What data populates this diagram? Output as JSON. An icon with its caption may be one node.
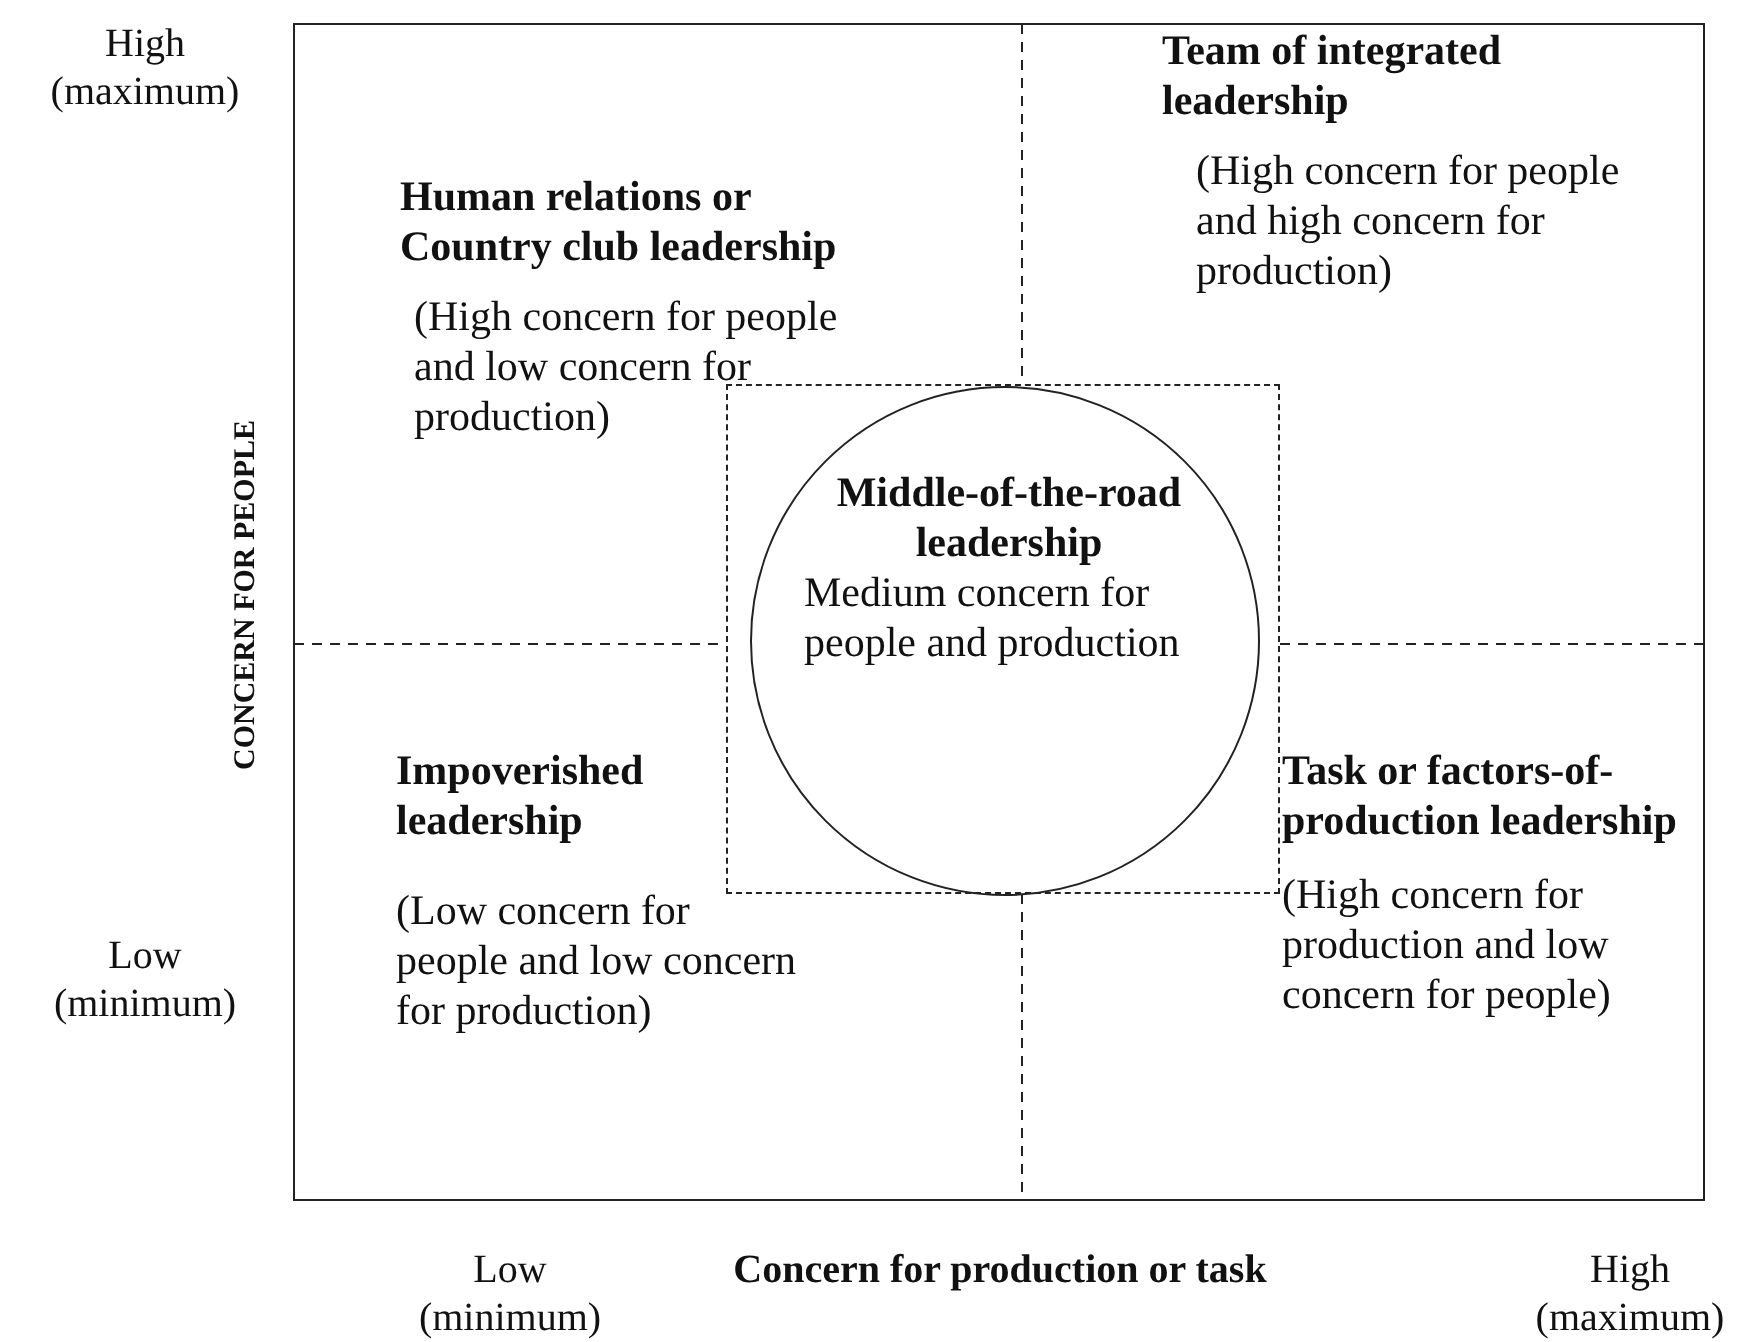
{
  "diagram": {
    "nodes": [
      {
        "text": [
          "Human relations or Country club leadership",
          "(High concern for people and low concern for production)"
        ]
      },
      {
        "text": [
          "Team of integrated leadership",
          "(High concern for people and high concern for production)"
        ]
      },
      {
        "text": [
          "Impoverished leadership",
          "(Low concern for people and low concern for production)"
        ]
      },
      {
        "text": [
          "Task or factors-of-production leadership",
          "(High concern for production and low concern for people)"
        ]
      },
      {
        "text": [],
        "shape": "box"
      },
      {
        "text": [
          "Middle-of-the-road leadership",
          "Medium concern for people and production"
        ],
        "in": 4
      }
    ],
    "edges": [],
    "labels": [
      "High (maximum)",
      "CONCERN FOR PEOPLE",
      "Low (minimum)",
      "Low (minimum)",
      "Concern for production or task",
      "High (maximum)"
    ]
  }
}
